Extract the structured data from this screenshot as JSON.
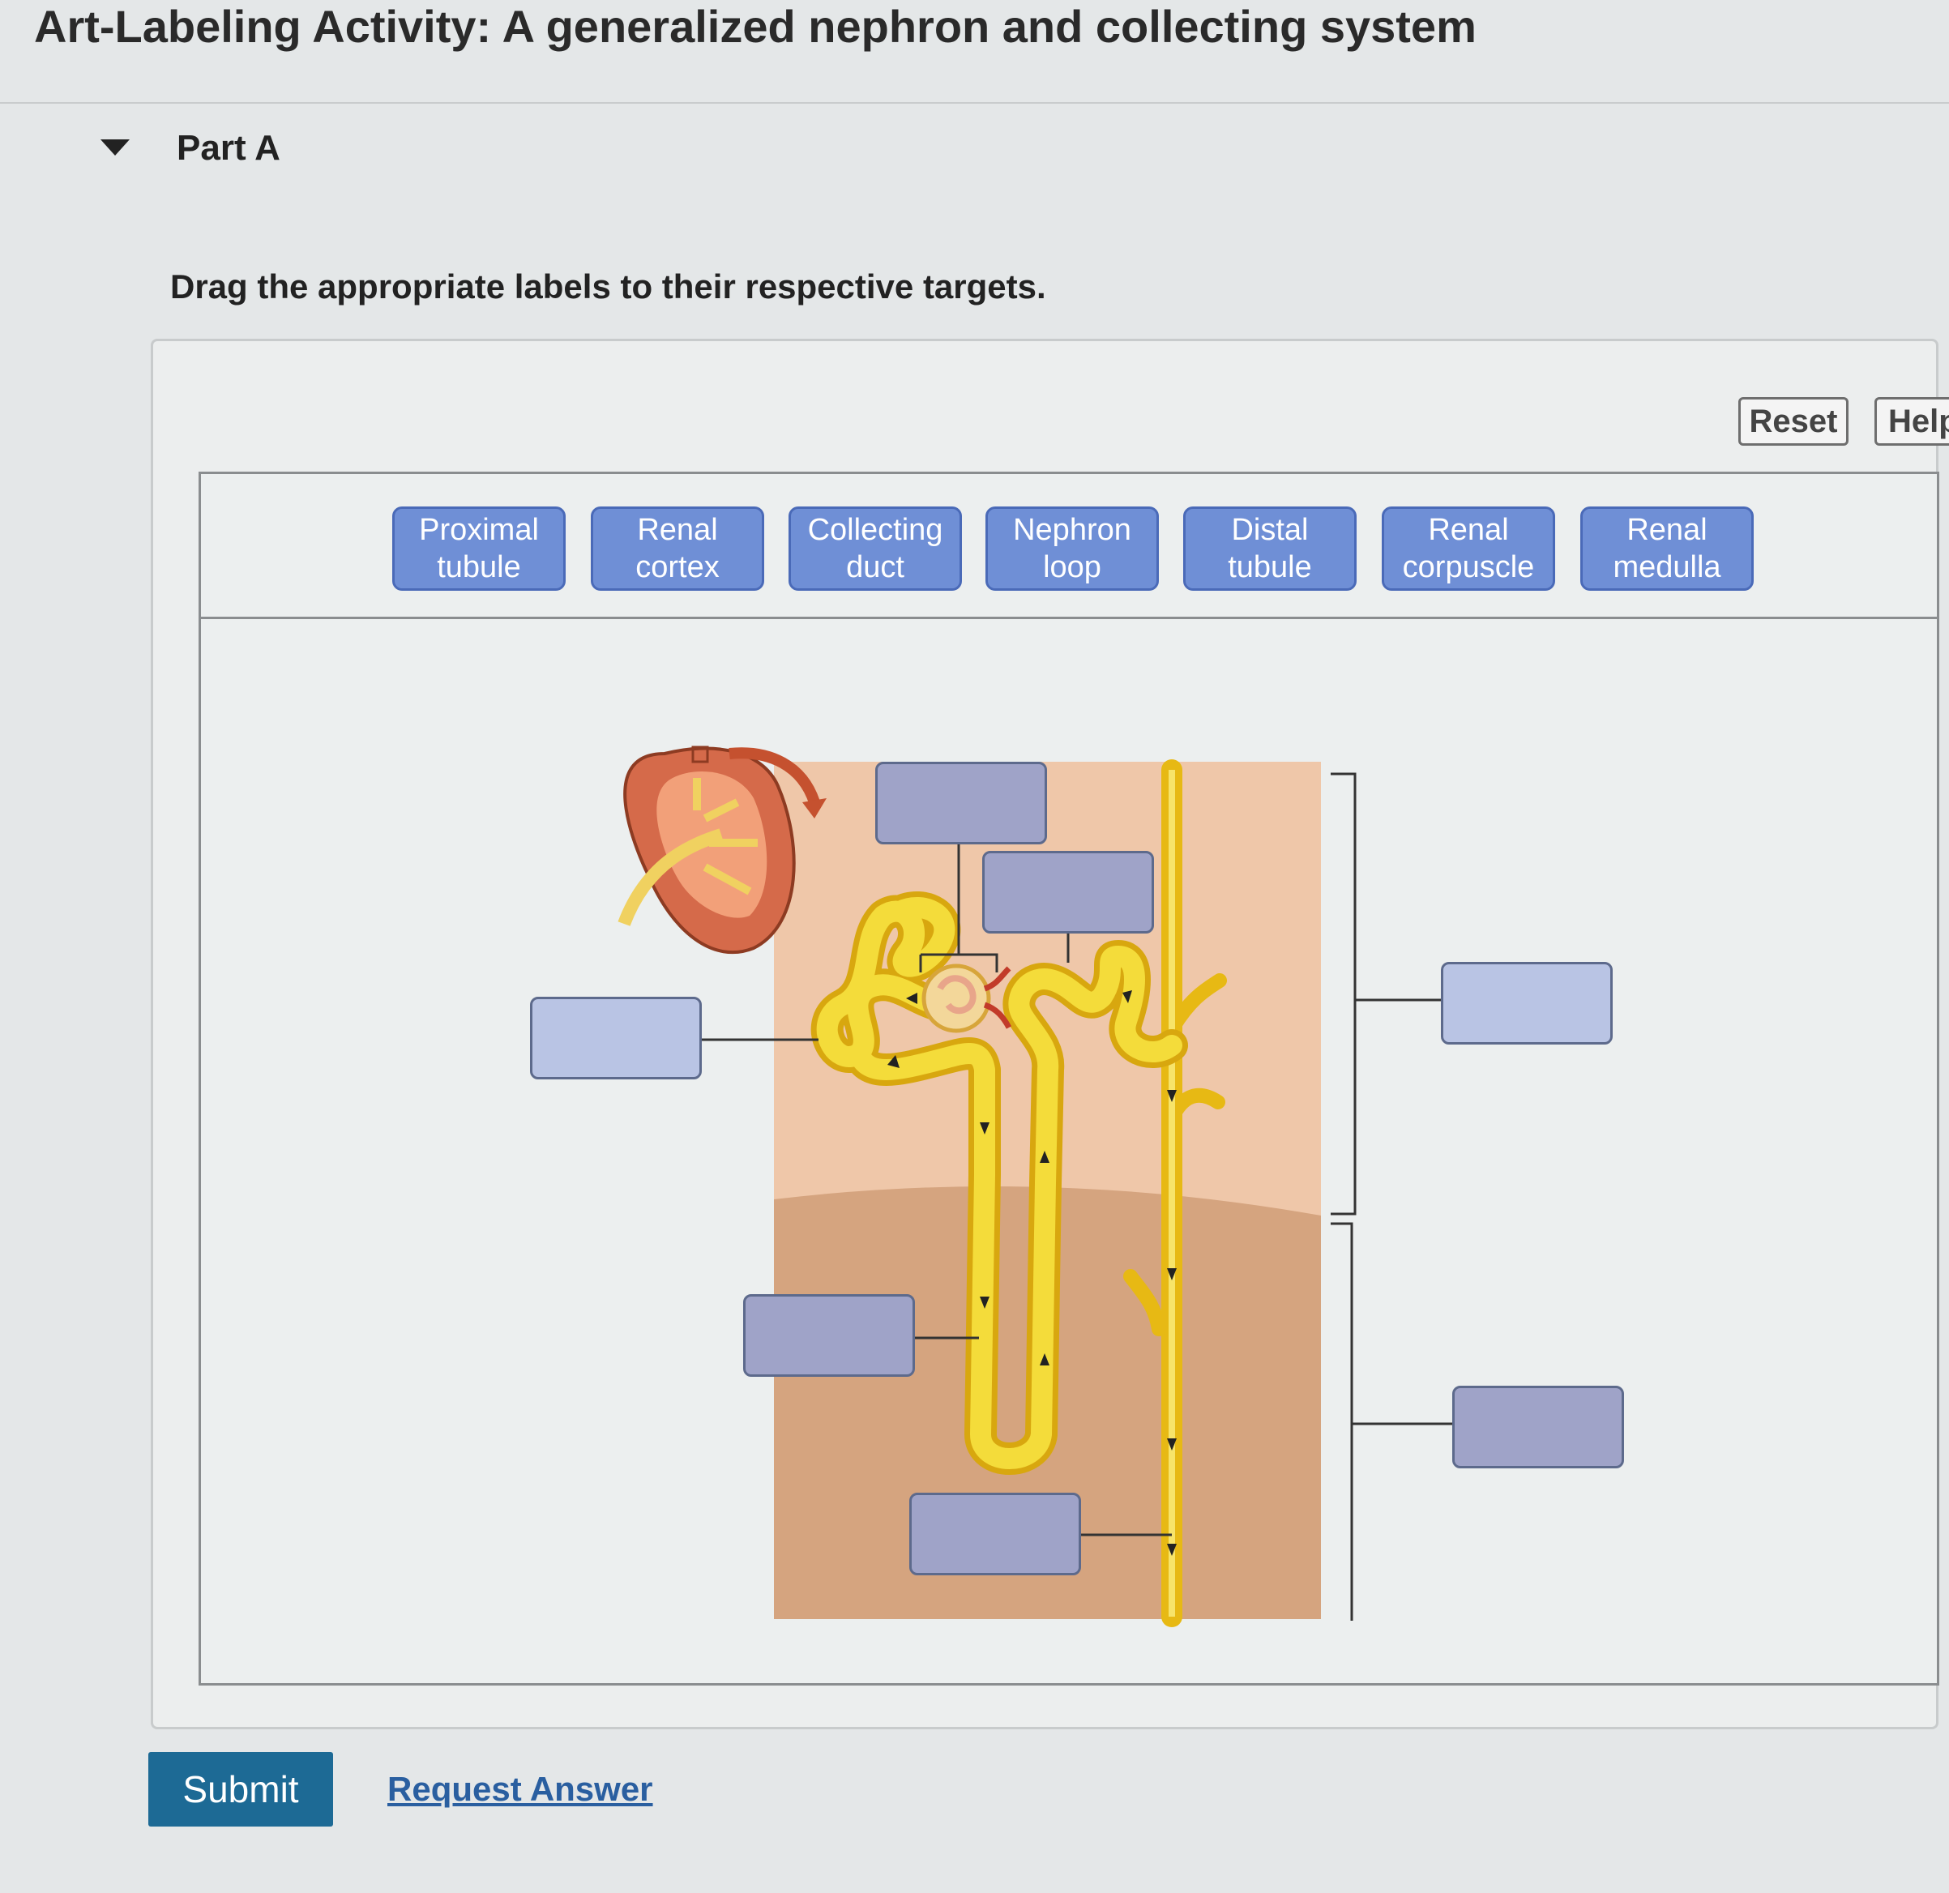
{
  "header": {
    "title": "Art-Labeling Activity: A generalized nephron and collecting system"
  },
  "part": {
    "title": "Part A",
    "instruction": "Drag the appropriate labels to their respective targets."
  },
  "toolbar": {
    "reset_label": "Reset",
    "help_label": "Help"
  },
  "label_bank": [
    {
      "text": "Proximal\ntubule"
    },
    {
      "text": "Renal\ncortex"
    },
    {
      "text": "Collecting\nduct"
    },
    {
      "text": "Nephron\nloop"
    },
    {
      "text": "Distal\ntubule"
    },
    {
      "text": "Renal\ncorpuscle"
    },
    {
      "text": "Renal\nmedulla"
    }
  ],
  "footer": {
    "submit_label": "Submit",
    "request_answer_label": "Request Answer"
  },
  "colors": {
    "chip": "#6f8fd6",
    "target": "#b9c4e4",
    "submit": "#1d6a95",
    "tubule": "#f2d22c"
  }
}
